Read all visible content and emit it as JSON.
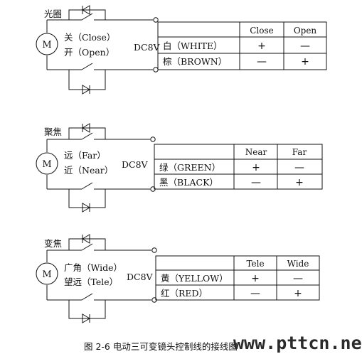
{
  "sections": [
    {
      "name": "光圈",
      "motor": "M",
      "dir1": "关（Close）",
      "dir2": "开（Open）",
      "voltage": "DC8V",
      "headers": [
        "Close",
        "Open"
      ],
      "rows": [
        {
          "label": "白（WHITE）",
          "c1": "+",
          "c2": "—"
        },
        {
          "label": "棕（BROWN）",
          "c1": "—",
          "c2": "+"
        }
      ]
    },
    {
      "name": "聚焦",
      "motor": "M",
      "dir1": "远（Far）",
      "dir2": "近（Near）",
      "voltage": "DC8V",
      "headers": [
        "Near",
        "Far"
      ],
      "rows": [
        {
          "label": "绿（GREEN）",
          "c1": "+",
          "c2": "—"
        },
        {
          "label": "黑（BLACK）",
          "c1": "—",
          "c2": "+"
        }
      ]
    },
    {
      "name": "变焦",
      "motor": "M",
      "dir1": "广角（Wide）",
      "dir2": "望远（Tele）",
      "voltage": "DC8V",
      "headers": [
        "Tele",
        "Wide"
      ],
      "rows": [
        {
          "label": "黄（YELLOW）",
          "c1": "+",
          "c2": "—"
        },
        {
          "label": "红（RED）",
          "c1": "—",
          "c2": "+"
        }
      ]
    }
  ],
  "caption": "图 2-6 电动三可变镜头控制线的接线图",
  "watermark": "www.pttcn.net"
}
